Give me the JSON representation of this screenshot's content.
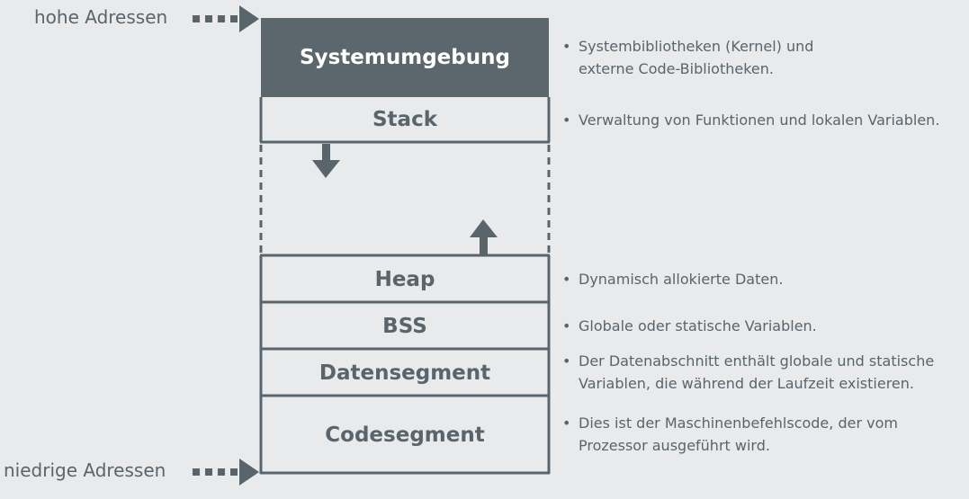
{
  "addresses": {
    "high": "hohe Adressen",
    "low": "niedrige Adressen"
  },
  "segments": [
    {
      "label": "Systemumgebung"
    },
    {
      "label": "Stack"
    },
    {
      "label": ""
    },
    {
      "label": "Heap"
    },
    {
      "label": "BSS"
    },
    {
      "label": "Datensegment"
    },
    {
      "label": "Codesegment"
    }
  ],
  "descriptions": [
    {
      "line1": "Systembibliotheken (Kernel) und",
      "line2": "externe Code-Bibliotheken."
    },
    {
      "line1": "Verwaltung von Funktionen und lokalen Variablen.",
      "line2": ""
    },
    {
      "line1": "Dynamisch allokierte Daten.",
      "line2": ""
    },
    {
      "line1": "Globale oder statische Variablen.",
      "line2": ""
    },
    {
      "line1": "Der Datenabschnitt enthält globale und statische",
      "line2": "Variablen, die während der Laufzeit existieren."
    },
    {
      "line1": "Dies ist der Maschinenbefehlscode, der vom",
      "line2": "Prozessor ausgeführt wird."
    }
  ],
  "colors": {
    "background": "#e8eaec",
    "dark": "#5b666d",
    "line": "#5a646b"
  },
  "icons": {
    "bullet": "•",
    "stack_growth": "arrow-down-icon",
    "heap_growth": "arrow-up-icon",
    "address_pointer": "dotted-arrow-right-icon"
  }
}
